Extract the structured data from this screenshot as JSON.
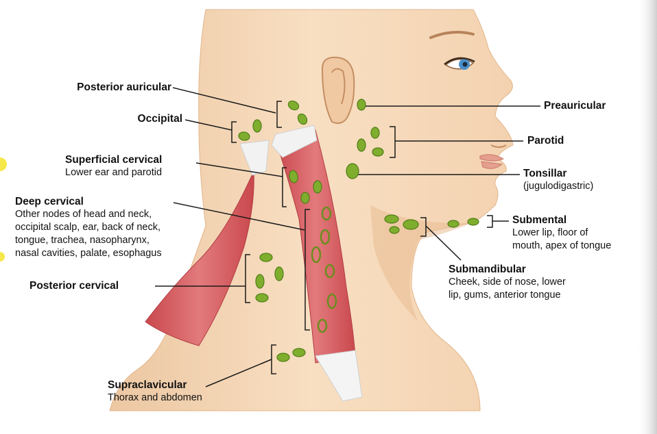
{
  "labels": {
    "posterior_auricular": {
      "title": "Posterior auricular"
    },
    "occipital": {
      "title": "Occipital"
    },
    "superficial_cervical": {
      "title": "Superficial cervical",
      "desc": "Lower ear and parotid"
    },
    "deep_cervical": {
      "title": "Deep cervical",
      "desc": [
        "Other nodes of head and neck,",
        "occipital scalp, ear, back of neck,",
        "tongue, trachea, nasopharynx,",
        "nasal cavities, palate, esophagus"
      ]
    },
    "posterior_cervical": {
      "title": "Posterior cervical"
    },
    "supraclavicular": {
      "title": "Supraclavicular",
      "desc": "Thorax and abdomen"
    },
    "preauricular": {
      "title": "Preauricular"
    },
    "parotid": {
      "title": "Parotid"
    },
    "tonsillar": {
      "title": "Tonsillar",
      "desc": "(jugulodigastric)"
    },
    "submental": {
      "title": "Submental",
      "desc": [
        "Lower lip, floor of",
        "mouth, apex of tongue"
      ]
    },
    "submandibular": {
      "title": "Submandibular",
      "desc": [
        "Cheek, side of nose, lower",
        "lip, gums, anterior tongue"
      ]
    }
  },
  "colors": {
    "skin": "#f6d9b8",
    "skin_shadow": "#e9bf96",
    "muscle": "#d8666a",
    "tendon": "#f2f2f2",
    "node": "#7fae2e",
    "node_edge": "#4f7d16",
    "leader": "#1a1a1a",
    "iris": "#4a8fc9"
  }
}
